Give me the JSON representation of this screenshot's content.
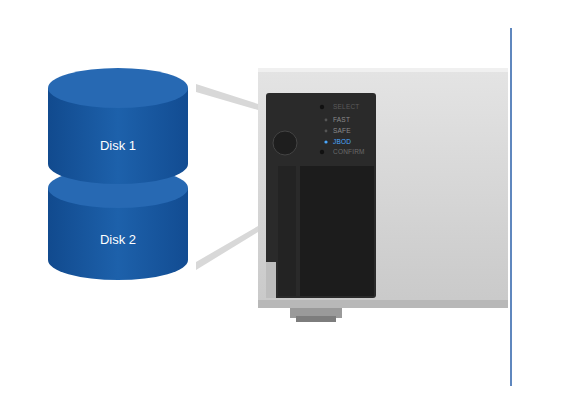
{
  "diagram": {
    "nodes": [
      {
        "text": [
          "Disk 1"
        ]
      },
      {
        "text": [
          "Disk 2"
        ]
      }
    ],
    "labels": [
      "SELECT",
      "FAST",
      "SAFE",
      "JBOD",
      "CONFIRM"
    ]
  }
}
